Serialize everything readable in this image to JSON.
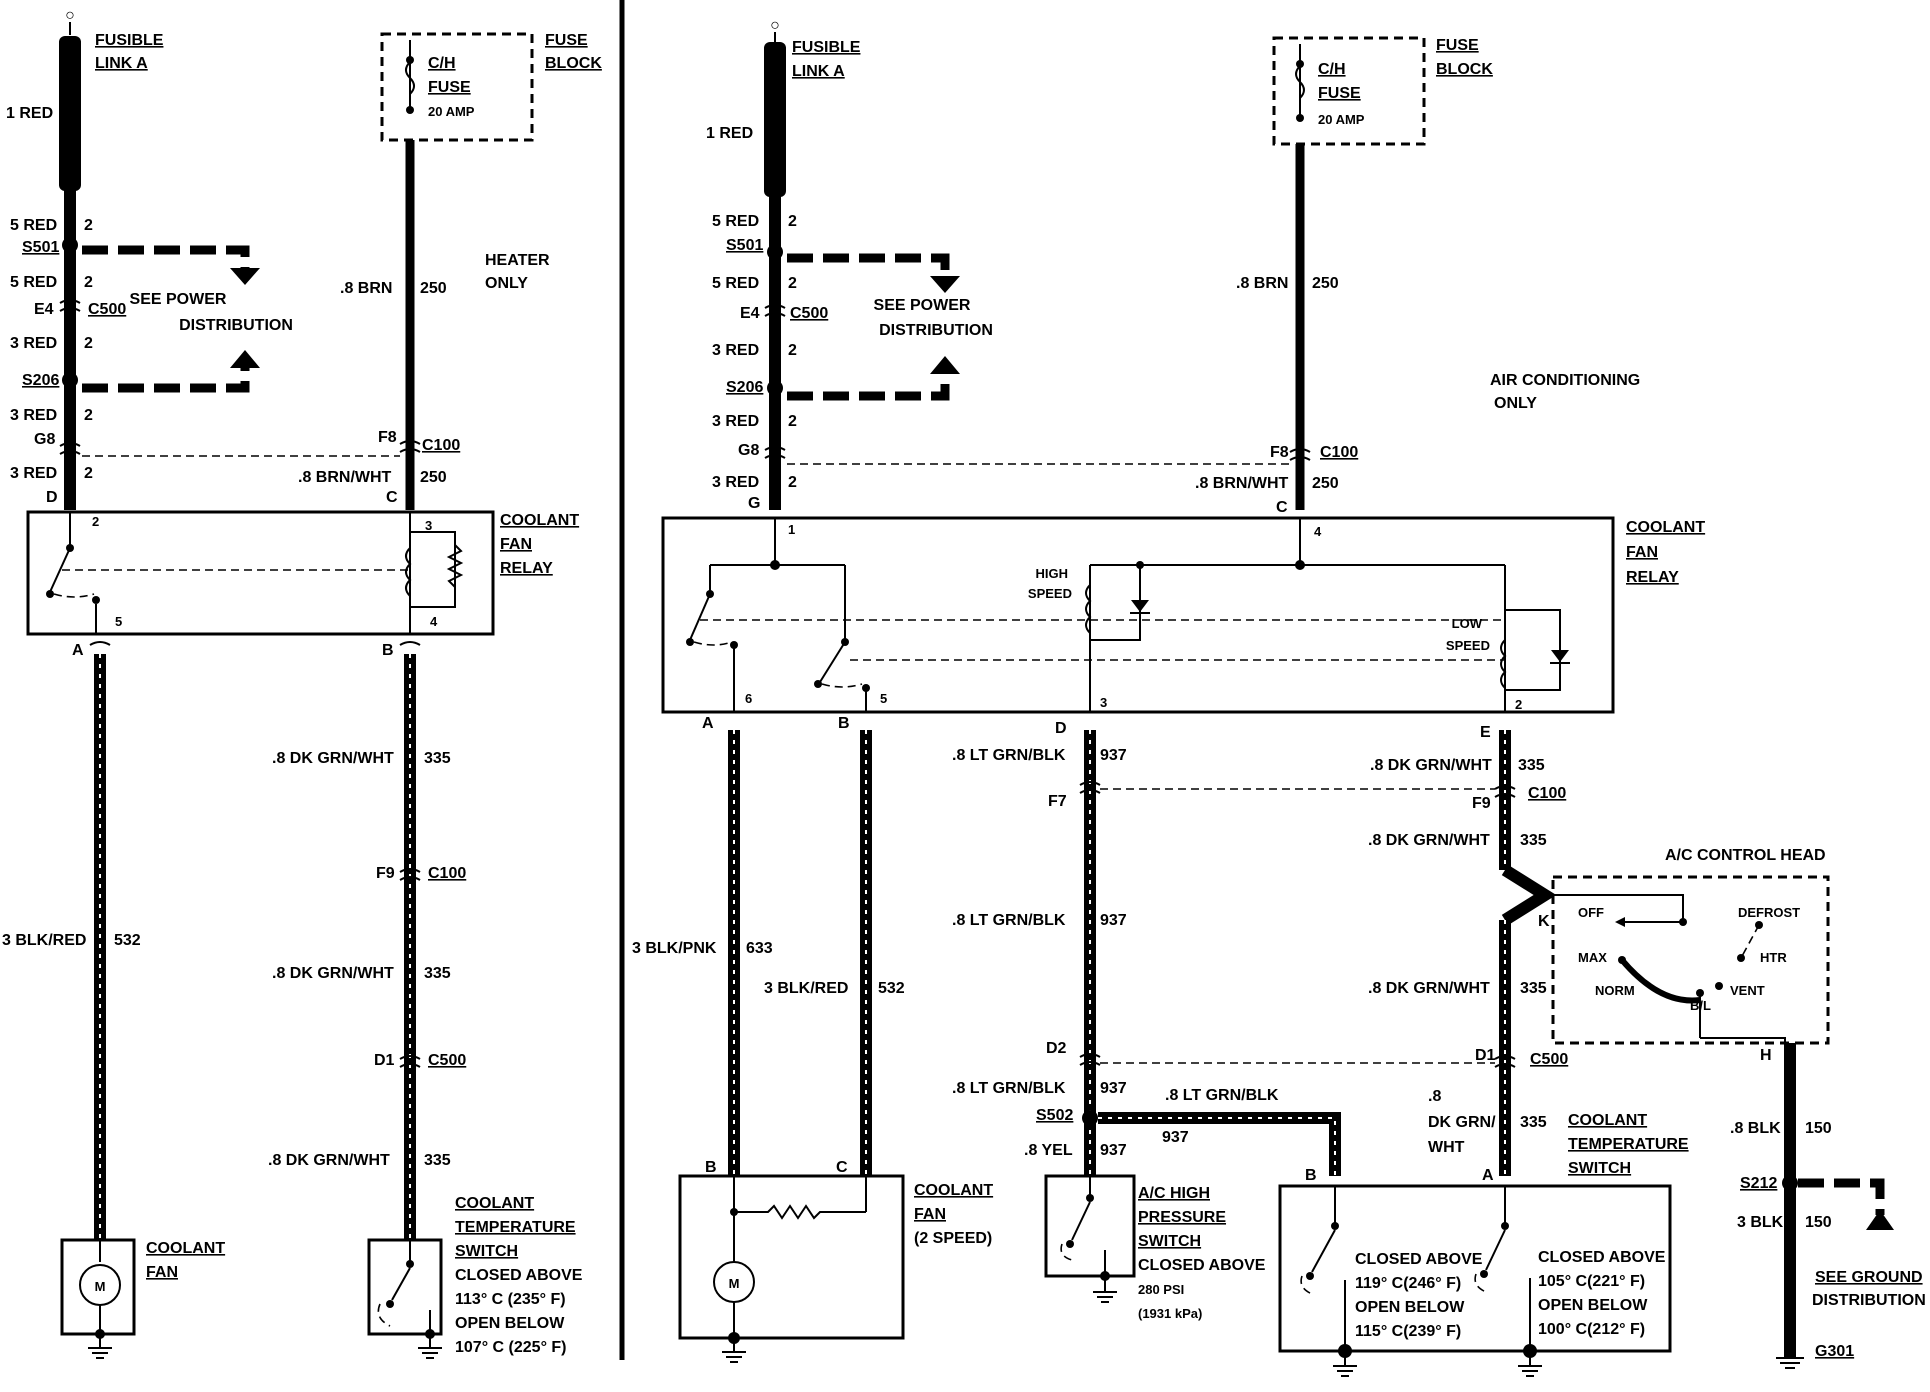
{
  "left": {
    "fusible_link": [
      "FUSIBLE",
      "LINK A"
    ],
    "fuse_block": [
      "FUSE",
      "BLOCK"
    ],
    "fuse_labels": [
      "C/H",
      "FUSE",
      "20 AMP"
    ],
    "only_note": [
      "HEATER",
      "ONLY"
    ],
    "see_power": [
      "SEE POWER",
      "DISTRIBUTION"
    ],
    "wire_1red": "1 RED",
    "wire_5red_a": "5 RED",
    "s501": "S501",
    "wire_5red_b": "5 RED",
    "e4": "E4",
    "c500": "C500",
    "wire_3red_a": "3 RED",
    "s206": "S206",
    "wire_3red_b": "3 RED",
    "g8": "G8",
    "wire_3red_c": "3 RED",
    "num_2": "2",
    "d": "D",
    "brn": ".8 BRN",
    "n250": "250",
    "f8": "F8",
    "c100": "C100",
    "brnwht": ".8 BRN/WHT",
    "c": "C",
    "relay": [
      "COOLANT",
      "FAN",
      "RELAY"
    ],
    "pin2": "2",
    "pin3": "3",
    "pin4": "4",
    "pin5": "5",
    "a": "A",
    "b": "B",
    "dkgrn1": ".8 DK GRN/WHT",
    "n335": "335",
    "f9": "F9",
    "c100b": "C100",
    "blkred": "3 BLK/RED",
    "n532": "532",
    "dkgrn2": ".8 DK GRN/WHT",
    "d1": "D1",
    "c500b": "C500",
    "dkgrn3": ".8 DK GRN/WHT",
    "fan": [
      "COOLANT",
      "FAN"
    ],
    "motor": "M",
    "switch": [
      "COOLANT",
      "TEMPERATURE",
      "SWITCH",
      "CLOSED ABOVE",
      "113° C (235° F)",
      "OPEN BELOW",
      "107° C (225° F)"
    ]
  },
  "right": {
    "fusible_link": [
      "FUSIBLE",
      "LINK A"
    ],
    "fuse_block": [
      "FUSE",
      "BLOCK"
    ],
    "fuse_labels": [
      "C/H",
      "FUSE",
      "20 AMP"
    ],
    "only_note": [
      "AIR CONDITIONING",
      "ONLY"
    ],
    "see_power": [
      "SEE POWER",
      "DISTRIBUTION"
    ],
    "wire_1red": "1 RED",
    "wire_5red_a": "5 RED",
    "s501": "S501",
    "wire_5red_b": "5 RED",
    "e4": "E4",
    "c500": "C500",
    "wire_3red_a": "3 RED",
    "s206": "S206",
    "wire_3red_b": "3 RED",
    "g8": "G8",
    "wire_3red_c": "3 RED",
    "num_2": "2",
    "g": "G",
    "brn": ".8 BRN",
    "n250": "250",
    "f8": "F8",
    "c100": "C100",
    "brnwht": ".8 BRN/WHT",
    "c": "C",
    "relay": [
      "COOLANT",
      "FAN",
      "RELAY"
    ],
    "high_speed": [
      "HIGH",
      "SPEED"
    ],
    "low_speed": [
      "LOW",
      "SPEED"
    ],
    "pin1": "1",
    "pin2": "2",
    "pin3": "3",
    "pin4": "4",
    "pin5": "5",
    "pin6": "6",
    "a": "A",
    "b": "B",
    "d": "D",
    "e": "E",
    "ltgrn1": ".8 LT GRN/BLK",
    "n937": "937",
    "f7": "F7",
    "dkgrn1": ".8 DK GRN/WHT",
    "n335": "335",
    "f9": "F9",
    "c100b": "C100",
    "dkgrn2": ".8 DK GRN/WHT",
    "blkpnk": "3 BLK/PNK",
    "n633": "633",
    "blkred": "3 BLK/RED",
    "n532": "532",
    "ltgrn2": ".8 LT GRN/BLK",
    "dkgrn3": ".8 DK GRN/WHT",
    "k": "K",
    "ach": "A/C CONTROL HEAD",
    "ach_modes": [
      "OFF",
      "DEFROST",
      "MAX",
      "HTR",
      "NORM",
      "VENT",
      "B/L"
    ],
    "h": "H",
    "d2": "D2",
    "d1": "D1",
    "c500b": "C500",
    "ltgrn3": ".8 LT GRN/BLK",
    "ltgrn4": ".8 LT GRN/BLK",
    "s502": "S502",
    "yel": ".8 YEL",
    "dkgrn4": [
      ".8",
      "DK GRN/",
      "WHT"
    ],
    "blk8": ".8 BLK",
    "n150": "150",
    "s212": "S212",
    "blk3": "3 BLK",
    "see_ground": [
      "SEE GROUND",
      "DISTRIBUTION"
    ],
    "g301": "G301",
    "fan": [
      "COOLANT",
      "FAN",
      "(2 SPEED)"
    ],
    "motor": "M",
    "pressure": [
      "A/C HIGH",
      "PRESSURE",
      "SWITCH",
      "CLOSED ABOVE",
      "280 PSI",
      "(1931 kPa)"
    ],
    "switch_title": [
      "COOLANT",
      "TEMPERATURE",
      "SWITCH"
    ],
    "switch_b": [
      "CLOSED ABOVE",
      "119° C(246° F)",
      "OPEN BELOW",
      "115° C(239° F)"
    ],
    "switch_a": [
      "CLOSED ABOVE",
      "105° C(221° F)",
      "OPEN BELOW",
      "100° C(212° F)"
    ]
  }
}
